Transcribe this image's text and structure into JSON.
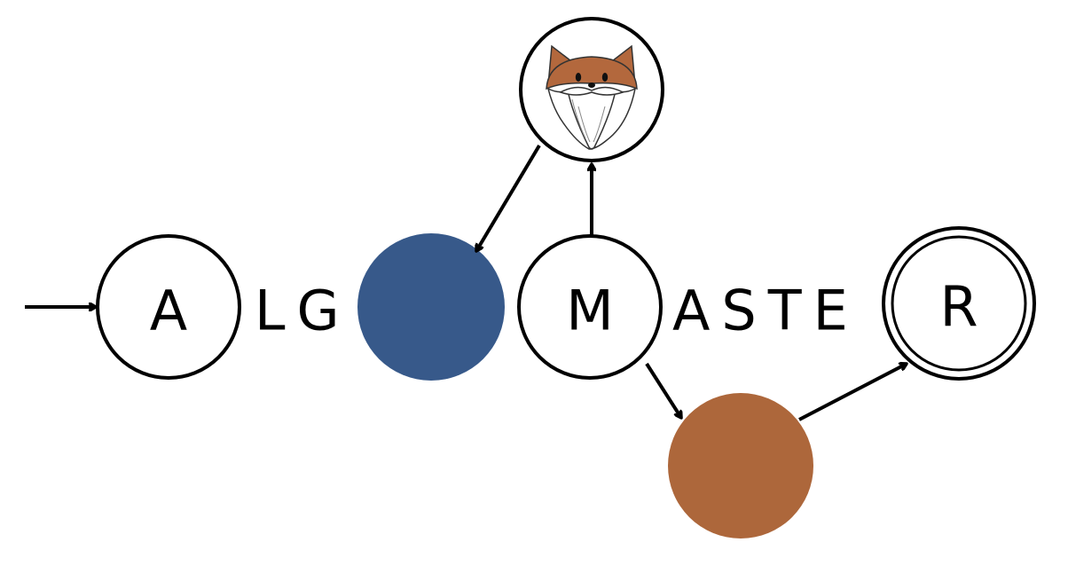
{
  "diagram": {
    "letters": {
      "state_a": "A",
      "text_lg": "LG",
      "state_m": "M",
      "text_aste": "ASTE",
      "state_r": "R"
    },
    "colors": {
      "blue_node": "#37598a",
      "orange_node": "#ad673b",
      "stroke": "#000000",
      "fox_orange": "#b3683d"
    },
    "icons": {
      "mascot": "fox-with-beard-icon"
    }
  }
}
